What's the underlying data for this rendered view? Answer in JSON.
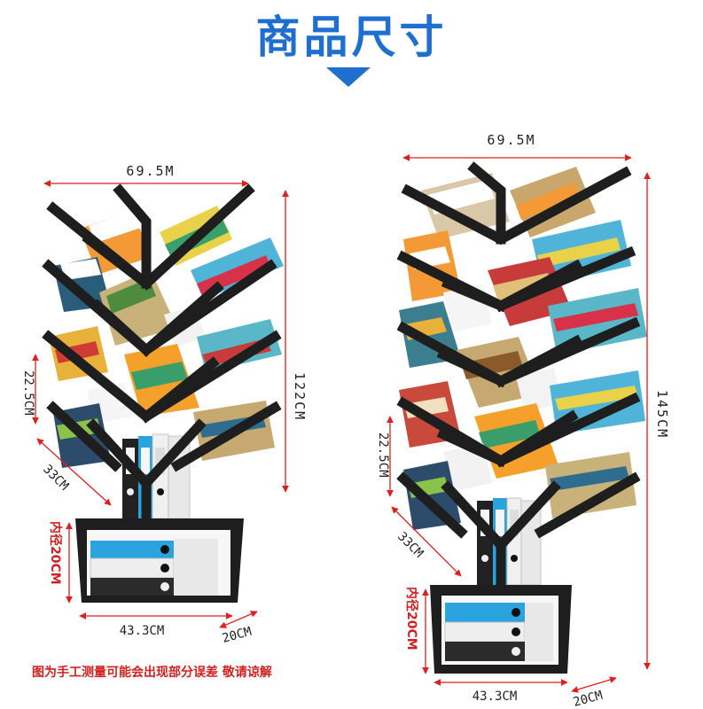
{
  "header": {
    "title": "商品尺寸",
    "accent_color": "#1f6fd0",
    "arrow_icon": "chevron-down-icon"
  },
  "left_shelf": {
    "width_label": "69.5M",
    "height_label": "122CM",
    "shelf_height_label": "22.5CM",
    "diagonal_label": "33CM",
    "inner_diameter_label": "内径20CM",
    "base_width_label": "43.3CM",
    "base_depth_label": "20CM"
  },
  "right_shelf": {
    "width_label": "69.5M",
    "height_label": "145CM",
    "shelf_height_label": "22.5CM",
    "diagonal_label": "33CM",
    "inner_diameter_label": "内径20CM",
    "base_width_label": "43.3CM",
    "base_depth_label": "20CM"
  },
  "footer": {
    "note": "图为手工测量可能会出现部分误差 敬请谅解"
  },
  "colors": {
    "dimension_line": "#e01e1e",
    "shelf": "#1e1e1e",
    "binder_blue": "#2aa3df"
  }
}
